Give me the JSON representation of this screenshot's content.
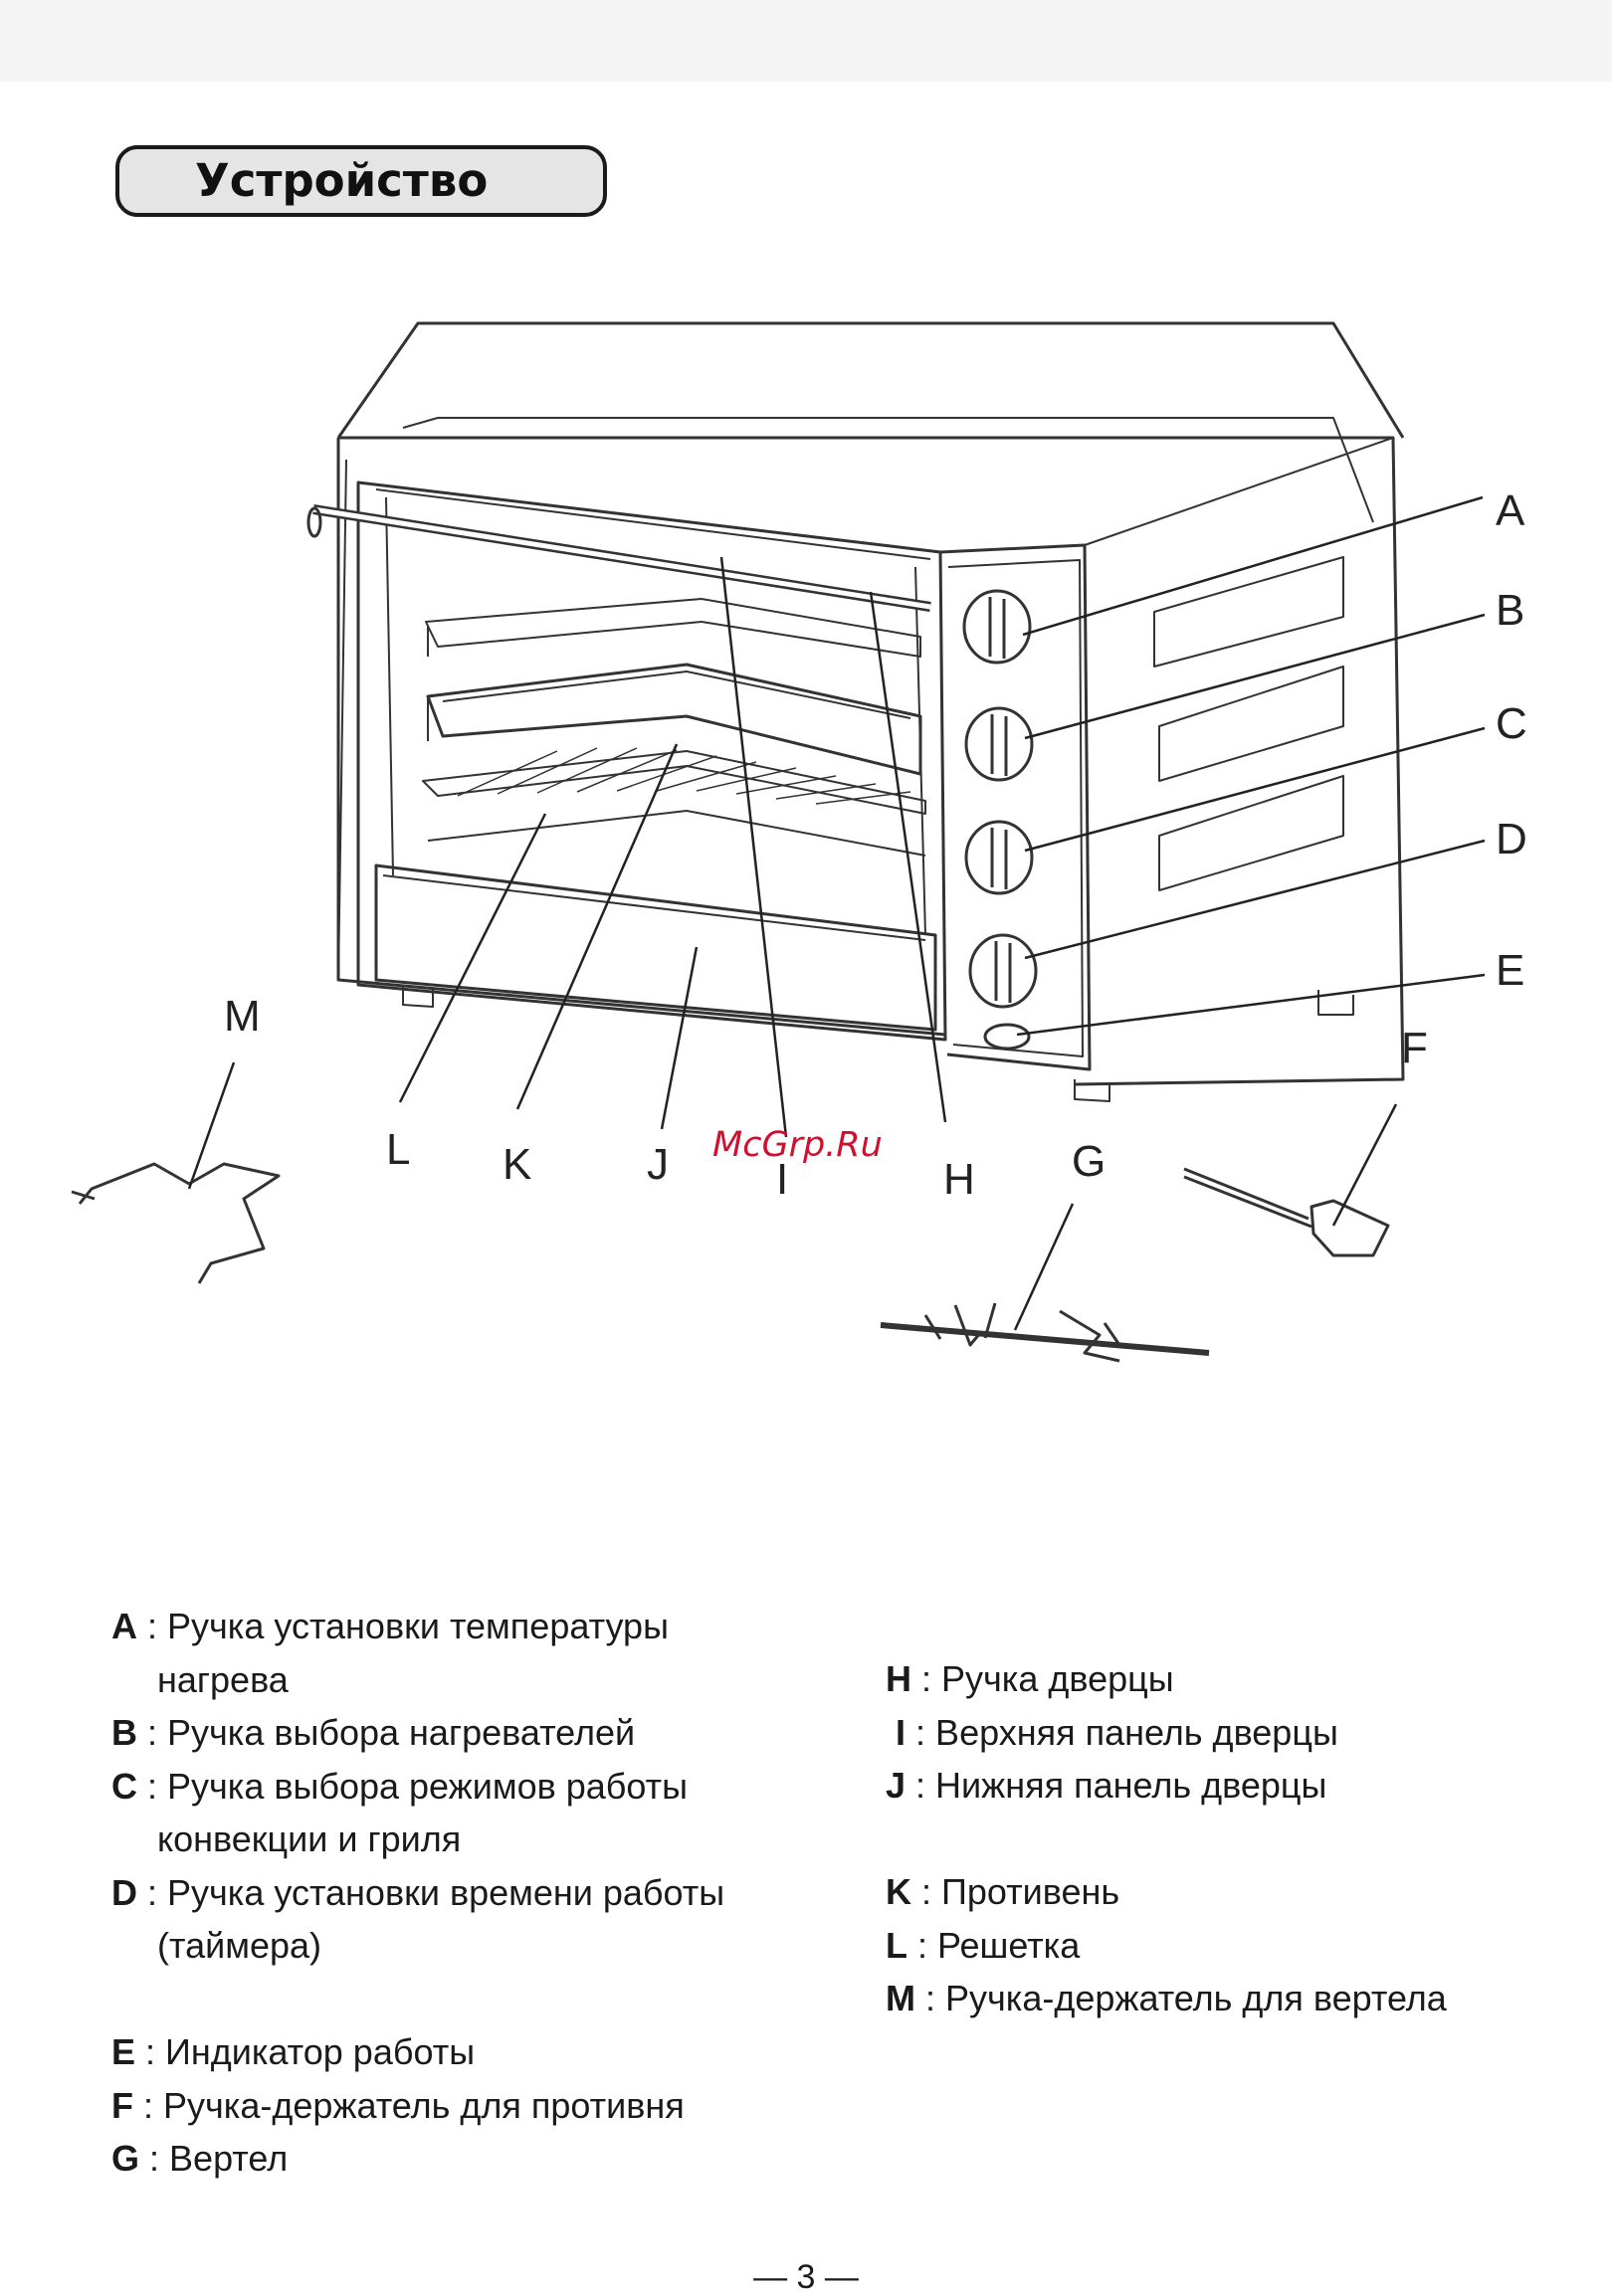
{
  "header": {
    "title": "Устройство"
  },
  "diagram": {
    "callouts": {
      "A": "A",
      "B": "B",
      "C": "C",
      "D": "D",
      "E": "E",
      "F": "F",
      "G": "G",
      "H": "H",
      "I": "I",
      "J": "J",
      "K": "K",
      "L": "L",
      "M": "M"
    }
  },
  "watermark": "McGrp.Ru",
  "legend_left": [
    {
      "letter": "A",
      "text": ": Ручка установки температуры",
      "cont": "нагрева"
    },
    {
      "letter": "B",
      "text": ": Ручка выбора нагревателей"
    },
    {
      "letter": "C",
      "text": ": Ручка выбора режимов работы",
      "cont": "конвекции и гриля"
    },
    {
      "letter": "D",
      "text": ": Ручка установки времени работы",
      "cont": "(таймера)"
    },
    {
      "letter": "E",
      "text": ": Индикатор работы"
    },
    {
      "letter": "F",
      "text": ": Ручка-держатель для противня"
    },
    {
      "letter": "G",
      "text": ": Вертел"
    }
  ],
  "legend_right": [
    {
      "letter": "H",
      "text": ": Ручка дверцы"
    },
    {
      "letter": "I",
      "text": ": Верхняя панель дверцы"
    },
    {
      "letter": "J",
      "text": ": Нижняя панель дверцы"
    },
    {
      "letter": "K",
      "text": ": Противень"
    },
    {
      "letter": "L",
      "text": ": Решетка"
    },
    {
      "letter": "M",
      "text": ": Ручка-держатель для вертела"
    }
  ],
  "footer": {
    "page_number": "— 3 —"
  }
}
